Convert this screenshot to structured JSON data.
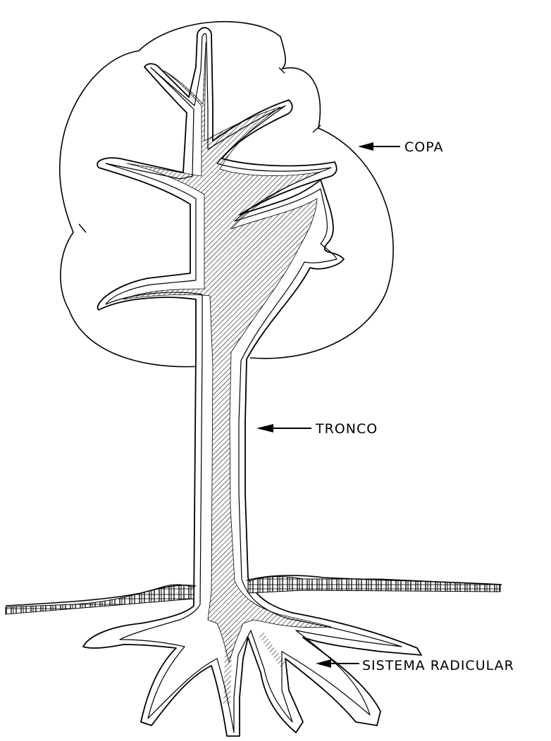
{
  "labels": {
    "crown": "COPA",
    "trunk": "TRONCO",
    "roots": "SISTEMA RADICULAR"
  },
  "style": {
    "ink": "#000000",
    "background": "#ffffff"
  }
}
